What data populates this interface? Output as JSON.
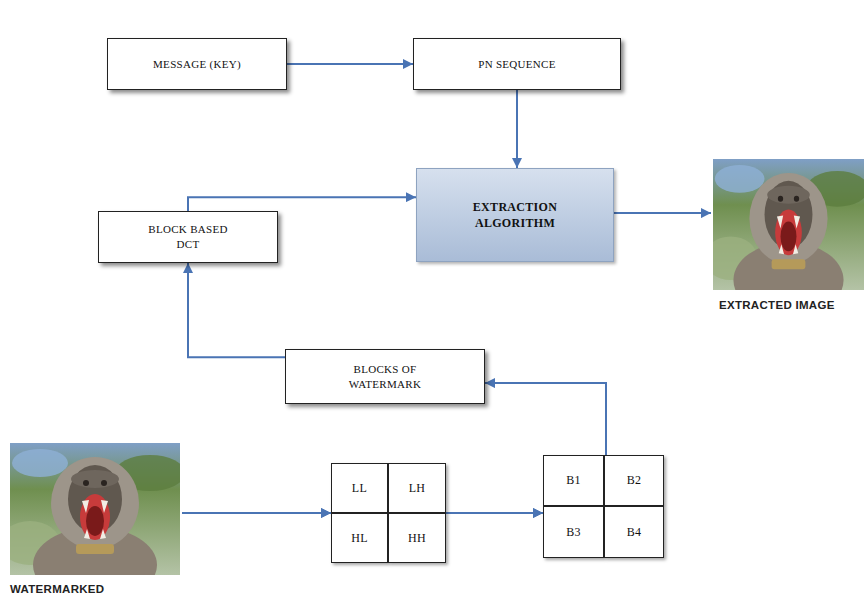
{
  "diagram": {
    "nodes": [
      {
        "text": [
          "MESSAGE (KEY)"
        ]
      },
      {
        "text": [
          "PN SEQUENCE"
        ]
      },
      {
        "text": [
          "EXTRACTION ALGORITHM"
        ]
      },
      {
        "text": [
          "EXTRACTED IMAGE"
        ]
      },
      {
        "text": [
          "BLOCK BASED DCT"
        ]
      },
      {
        "text": [
          "BLOCKS OF WATERMARK"
        ]
      },
      {
        "text": [
          "WATERMARKED"
        ]
      },
      {
        "text": [
          "LL"
        ]
      },
      {
        "text": [
          "LH"
        ]
      },
      {
        "text": [
          "HL"
        ]
      },
      {
        "text": [
          "HH"
        ]
      },
      {
        "text": [
          "B1"
        ]
      },
      {
        "text": [
          "B2"
        ]
      },
      {
        "text": [
          "B3"
        ]
      },
      {
        "text": [
          "B4"
        ]
      }
    ],
    "edges": [
      {
        "from": 0,
        "to": 1,
        "arrow": "to"
      },
      {
        "from": 1,
        "to": 2,
        "arrow": "to"
      },
      {
        "from": 4,
        "to": 2,
        "arrow": "to"
      },
      {
        "from": 2,
        "to": 3,
        "arrow": "to"
      },
      {
        "from": 6,
        "to": 7,
        "arrow": "to"
      },
      {
        "from": 6,
        "to": 9,
        "arrow": "to"
      },
      {
        "from": 8,
        "to": 11,
        "arrow": "to"
      },
      {
        "from": 10,
        "to": 13,
        "arrow": "to"
      },
      {
        "from": 12,
        "to": 5,
        "arrow": "to"
      },
      {
        "from": 5,
        "to": 4,
        "arrow": "to"
      }
    ]
  }
}
